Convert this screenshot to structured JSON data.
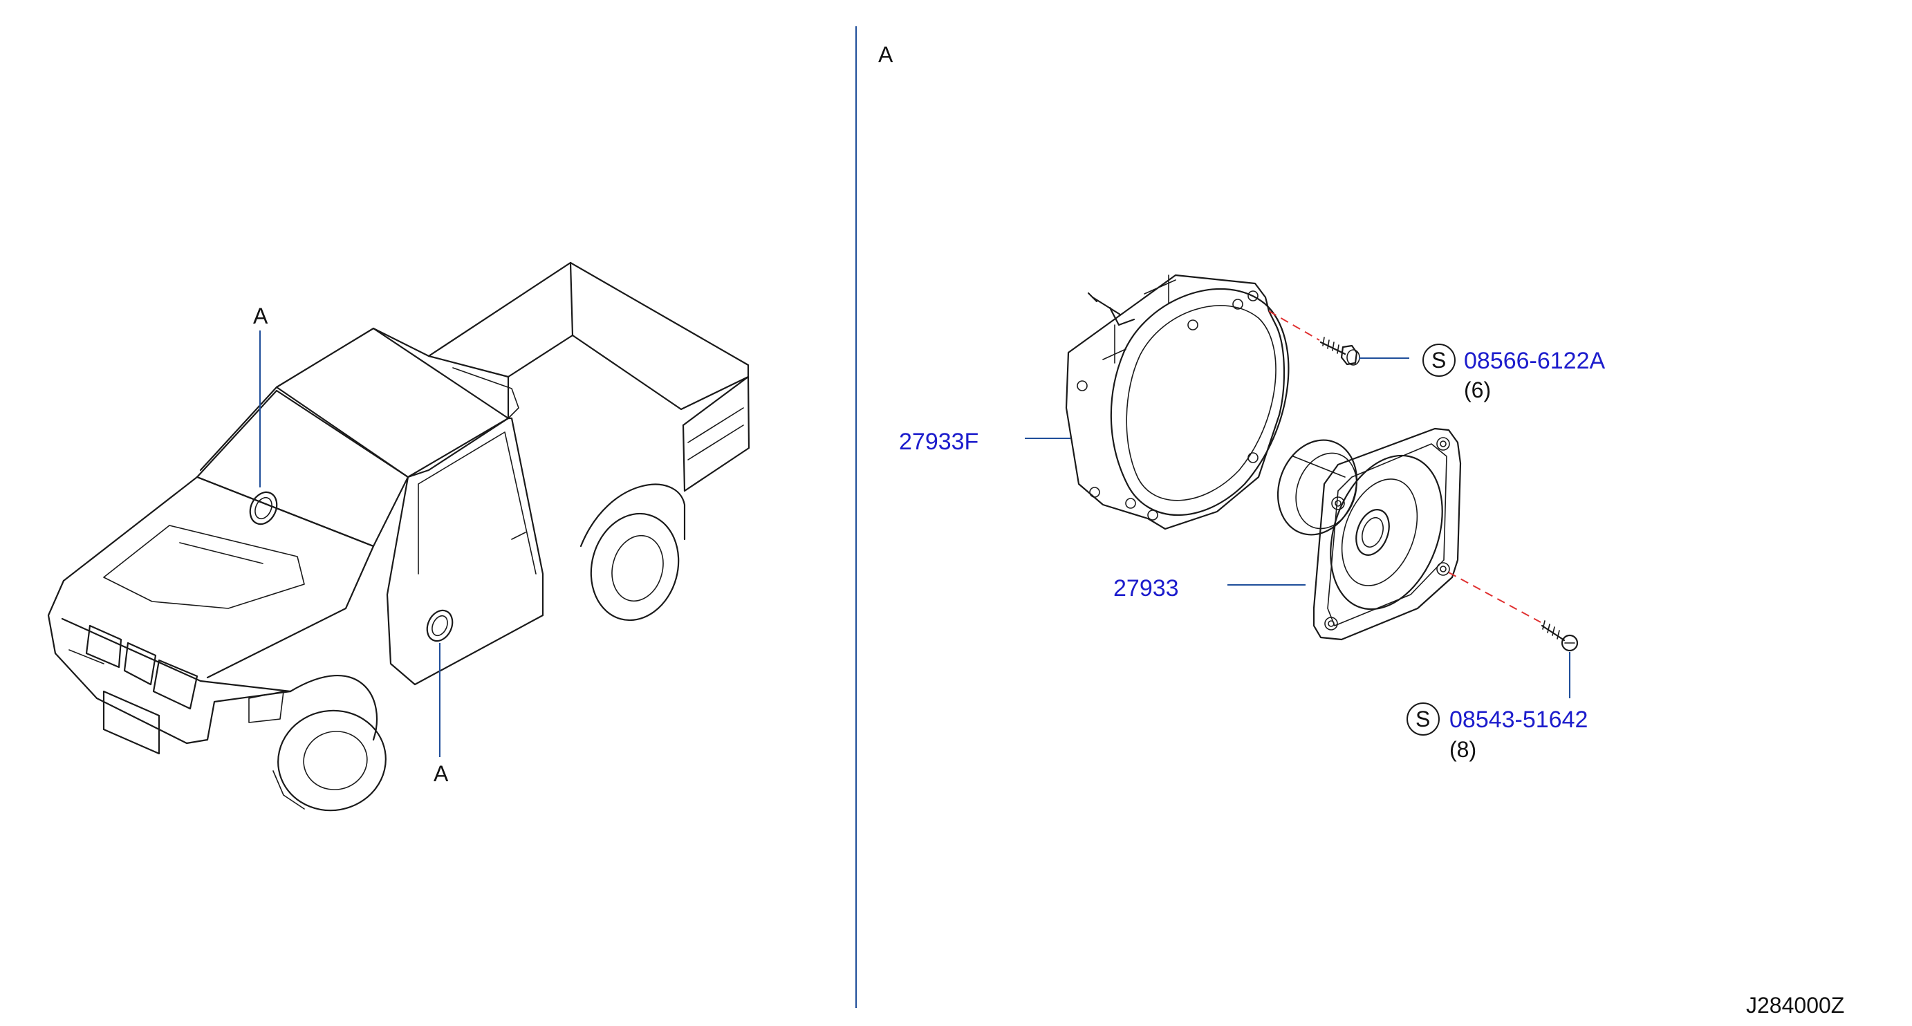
{
  "callouts": {
    "view_label_top": "A",
    "view_label_bottom": "A",
    "section_label": "A"
  },
  "parts": [
    {
      "id": "p1",
      "number": "27933F"
    },
    {
      "id": "p2",
      "number": "27933"
    },
    {
      "id": "p3",
      "symbol": "S",
      "number": "08566-6122A",
      "qty": "(6)"
    },
    {
      "id": "p4",
      "symbol": "S",
      "number": "08543-51642",
      "qty": "(8)"
    }
  ],
  "diagram_code": "J284000Z",
  "colors": {
    "leader_line": "#1f4e9a",
    "part_number_text": "#1c1ccc",
    "hidden_line": "#e03030",
    "drawing_line": "#1a1a1a"
  }
}
